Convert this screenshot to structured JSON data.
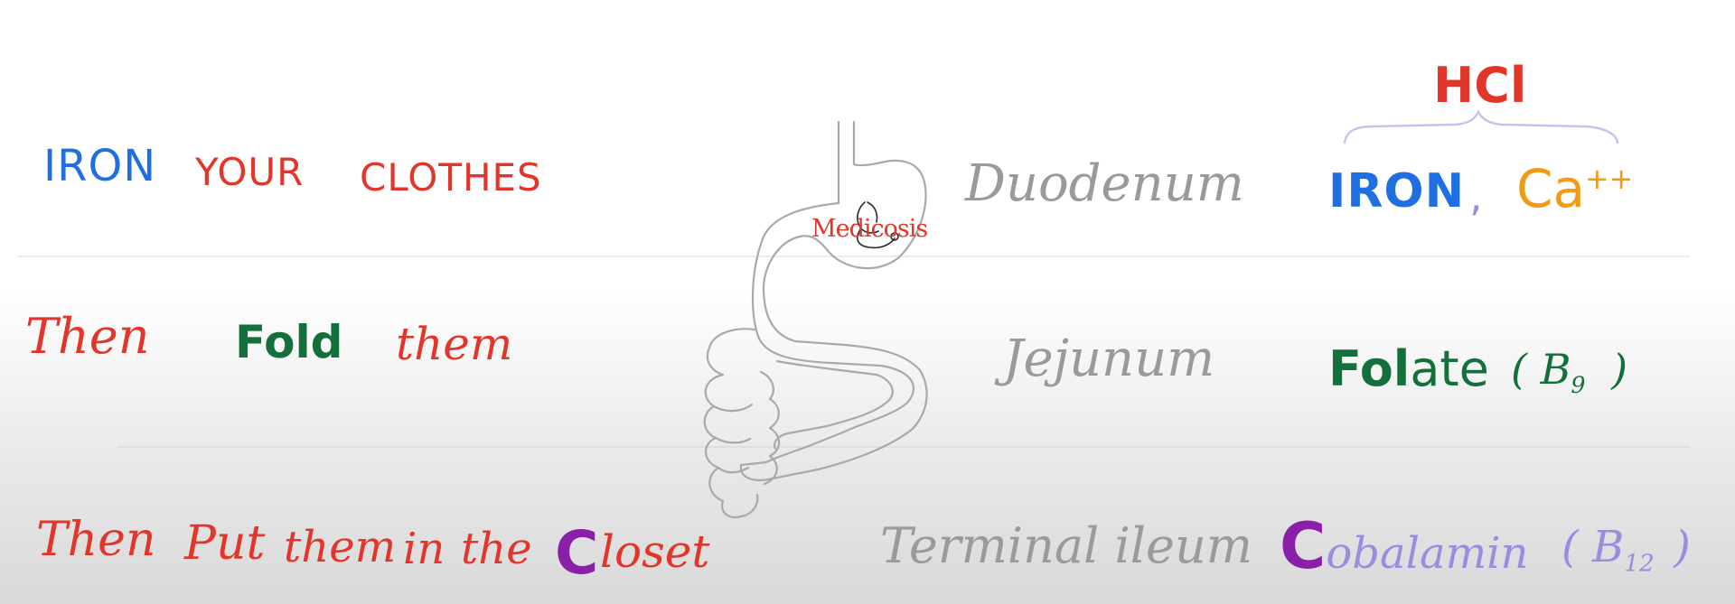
{
  "mnemonic": {
    "row1": {
      "w1": "IRON",
      "w2": "YOUR",
      "w3": "CLOTHES"
    },
    "row2": {
      "w1": "Then",
      "w2": "Fold",
      "w3": "them"
    },
    "row3": {
      "w1": "Then",
      "w2": "Put",
      "w3": "them",
      "w4": "in",
      "w5": "the",
      "w6_first": "C",
      "w6_rest": "loset"
    }
  },
  "segments": {
    "duodenum": "Duodenum",
    "jejunum": "Jejunum",
    "terminal_ileum": "Terminal ileum"
  },
  "nutrients": {
    "hcl": "HCl",
    "iron": "IRON",
    "comma": ",",
    "calcium": "Ca",
    "calcium_charge": "++",
    "folate_bold": "Fol",
    "folate_rest": "ate",
    "b9_open": "( B",
    "b9_sub": "9",
    "b9_close": ")",
    "cobalamin_first": "C",
    "cobalamin_rest": "obalamin",
    "b12_open": "( B",
    "b12_sub": "12",
    "b12_close": ")"
  },
  "logo": {
    "text": "Medicosis"
  },
  "colors": {
    "blue": "#1f6fe0",
    "red": "#e2362a",
    "green": "#14703a",
    "orange": "#f29b12",
    "purple": "#8a1fa8",
    "lavender": "#9c8ce0",
    "gray": "#9a9a9a"
  }
}
